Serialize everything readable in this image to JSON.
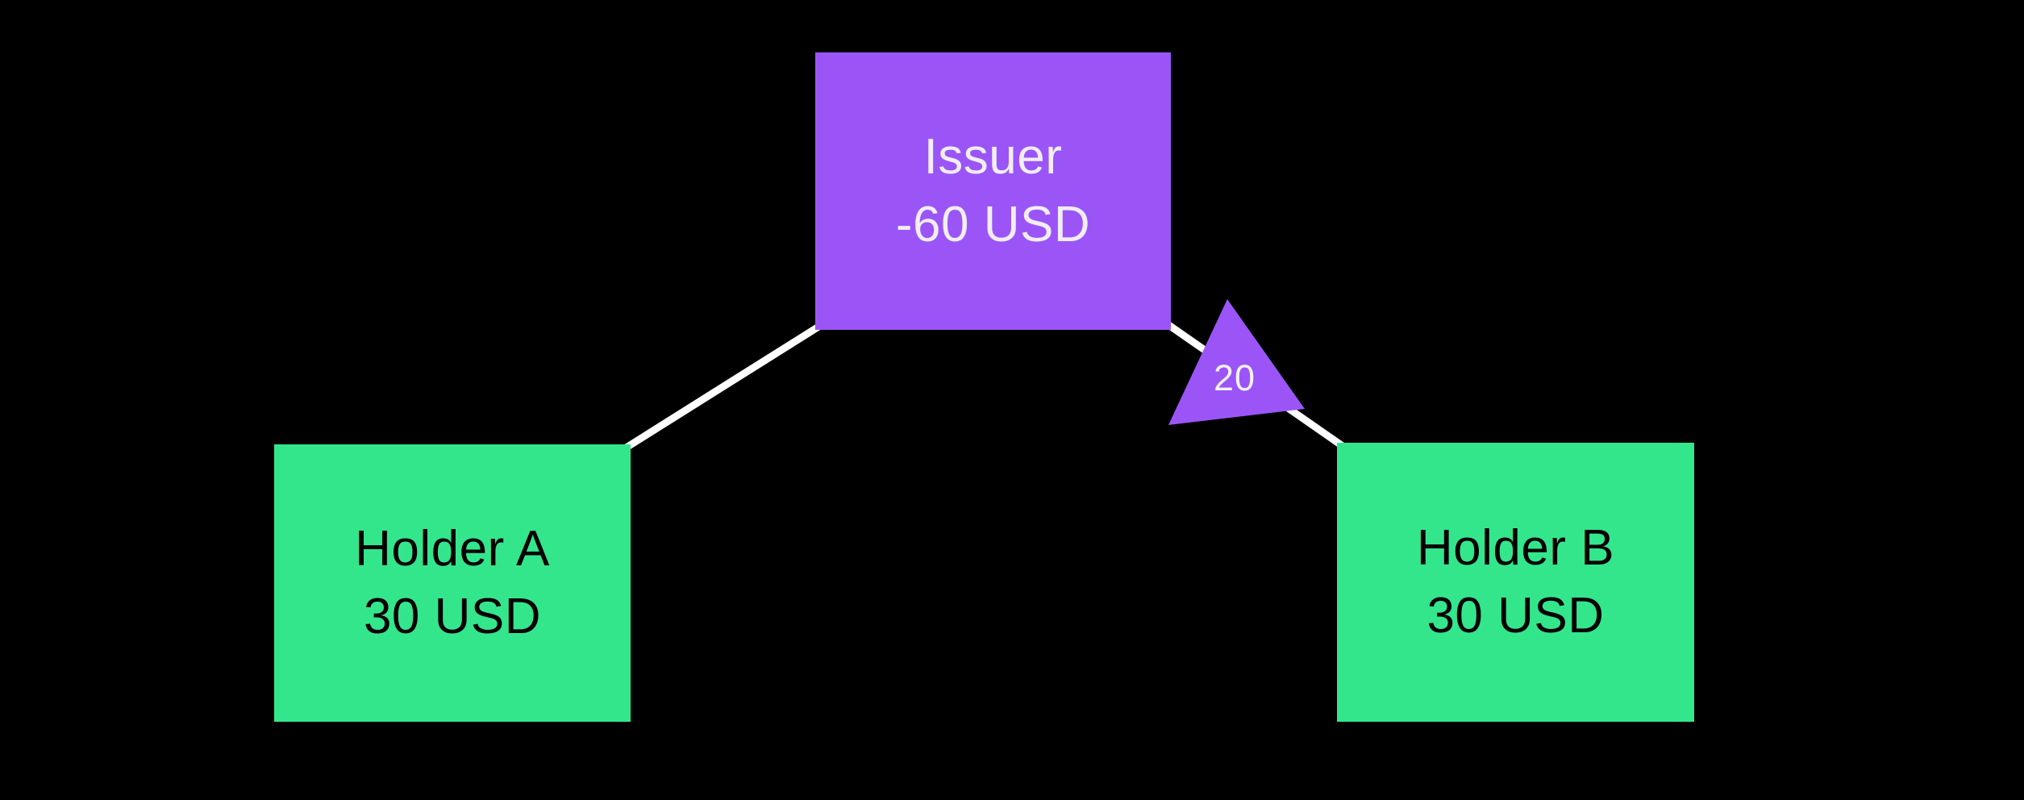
{
  "diagram": {
    "background": "#000000",
    "nodes": {
      "issuer": {
        "name": "Issuer",
        "balance": "-60 USD",
        "fill": "#9B55F7",
        "text_color": "#F1EEF6"
      },
      "holder_a": {
        "name": "Holder A",
        "balance": "30 USD",
        "fill": "#33E68C",
        "text_color": "#000000"
      },
      "holder_b": {
        "name": "Holder B",
        "balance": "30 USD",
        "fill": "#33E68C",
        "text_color": "#000000"
      }
    },
    "edges": {
      "issuer_to_holder_a": {
        "stroke": "#FFFFFF"
      },
      "issuer_to_holder_b": {
        "stroke": "#FFFFFF",
        "amount": "20",
        "amount_color": "#F4F2F8",
        "arrow_fill": "#9B55F7"
      }
    }
  }
}
